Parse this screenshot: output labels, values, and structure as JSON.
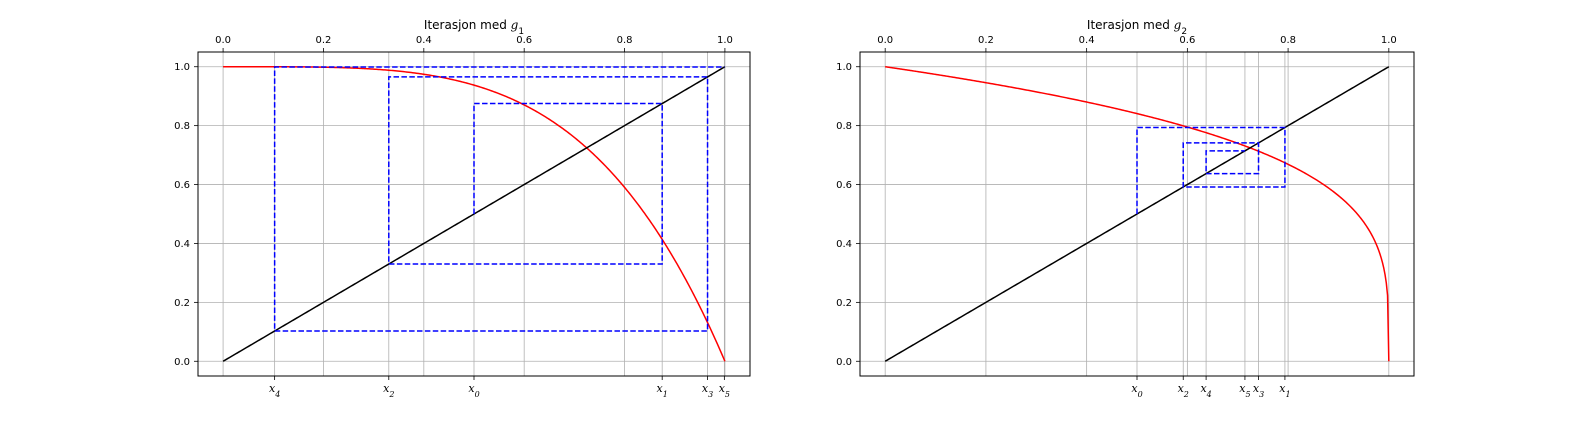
{
  "chart_data": [
    {
      "type": "line",
      "title_prefix": "Iterasjon med ",
      "title_var": "g",
      "title_sub": "1",
      "grid": true,
      "xlim": [
        -0.05,
        1.05
      ],
      "ylim": [
        -0.05,
        1.05
      ],
      "top_ticks": [
        0.0,
        0.2,
        0.4,
        0.6,
        0.8,
        1.0
      ],
      "top_tick_labels": [
        "0.0",
        "0.2",
        "0.4",
        "0.6",
        "0.8",
        "1.0"
      ],
      "y_ticks": [
        0.0,
        0.2,
        0.4,
        0.6,
        0.8,
        1.0
      ],
      "y_tick_labels": [
        "0.0",
        "0.2",
        "0.4",
        "0.6",
        "0.8",
        "1.0"
      ],
      "bottom_ticks": [
        {
          "value": 0.1027,
          "var": "x",
          "sub": "4"
        },
        {
          "value": 0.3302,
          "var": "x",
          "sub": "2"
        },
        {
          "value": 0.5,
          "var": "x",
          "sub": "0"
        },
        {
          "value": 0.875,
          "var": "x",
          "sub": "1"
        },
        {
          "value": 0.9654,
          "var": "x",
          "sub": "3"
        },
        {
          "value": 0.9989,
          "var": "x",
          "sub": "5"
        }
      ],
      "series": [
        {
          "function": "1 - x^4",
          "color": "#ff0000",
          "style": "solid"
        },
        {
          "function": "y = x",
          "color": "#000000",
          "style": "solid"
        },
        {
          "color": "#0000ff",
          "style": "dashed",
          "points": [
            [
              0.5,
              0.5
            ],
            [
              0.5,
              0.875
            ],
            [
              0.875,
              0.875
            ],
            [
              0.875,
              0.3302
            ],
            [
              0.3302,
              0.3302
            ],
            [
              0.3302,
              0.9654
            ],
            [
              0.9654,
              0.9654
            ],
            [
              0.9654,
              0.1027
            ],
            [
              0.1027,
              0.1027
            ],
            [
              0.1027,
              0.9989
            ],
            [
              0.9989,
              0.9989
            ]
          ]
        }
      ]
    },
    {
      "type": "line",
      "title_prefix": "Iterasjon med ",
      "title_var": "g",
      "title_sub": "2",
      "grid": true,
      "xlim": [
        -0.05,
        1.05
      ],
      "ylim": [
        -0.05,
        1.05
      ],
      "top_ticks": [
        0.0,
        0.2,
        0.4,
        0.6,
        0.8,
        1.0
      ],
      "top_tick_labels": [
        "0.0",
        "0.2",
        "0.4",
        "0.6",
        "0.8",
        "1.0"
      ],
      "y_ticks": [
        0.0,
        0.2,
        0.4,
        0.6,
        0.8,
        1.0
      ],
      "y_tick_labels": [
        "0.0",
        "0.2",
        "0.4",
        "0.6",
        "0.8",
        "1.0"
      ],
      "bottom_ticks": [
        {
          "value": 0.5,
          "var": "x",
          "sub": "0"
        },
        {
          "value": 0.5918,
          "var": "x",
          "sub": "2"
        },
        {
          "value": 0.6372,
          "var": "x",
          "sub": "4"
        },
        {
          "value": 0.7143,
          "var": "x",
          "sub": "5"
        },
        {
          "value": 0.7413,
          "var": "x",
          "sub": "3"
        },
        {
          "value": 0.7937,
          "var": "x",
          "sub": "1"
        }
      ],
      "series": [
        {
          "function": "(1 - x)^(1/4)",
          "color": "#ff0000",
          "style": "solid"
        },
        {
          "function": "y = x",
          "color": "#000000",
          "style": "solid"
        },
        {
          "color": "#0000ff",
          "style": "dashed",
          "points": [
            [
              0.5,
              0.5
            ],
            [
              0.5,
              0.7937
            ],
            [
              0.7937,
              0.7937
            ],
            [
              0.7937,
              0.5918
            ],
            [
              0.5918,
              0.5918
            ],
            [
              0.5918,
              0.7413
            ],
            [
              0.7413,
              0.7413
            ],
            [
              0.7413,
              0.6372
            ],
            [
              0.6372,
              0.6372
            ],
            [
              0.6372,
              0.7143
            ],
            [
              0.7143,
              0.7143
            ]
          ]
        }
      ]
    }
  ]
}
